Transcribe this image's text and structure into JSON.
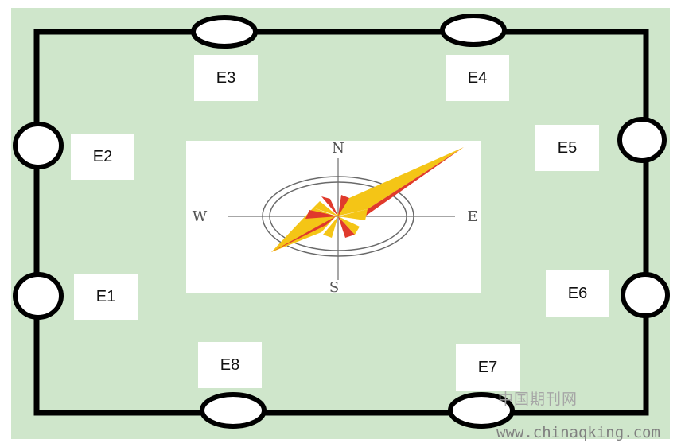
{
  "colors": {
    "background": "#cfe6cb",
    "frame": "#000000",
    "node_fill": "#ffffff",
    "needle_red": "#e03a2c",
    "needle_yellow": "#f4c516",
    "compass_line": "#8a8a8a"
  },
  "sensors": [
    {
      "id": "e3",
      "label": "E3"
    },
    {
      "id": "e4",
      "label": "E4"
    },
    {
      "id": "e2",
      "label": "E2"
    },
    {
      "id": "e5",
      "label": "E5"
    },
    {
      "id": "e1",
      "label": "E1"
    },
    {
      "id": "e6",
      "label": "E6"
    },
    {
      "id": "e8",
      "label": "E8"
    },
    {
      "id": "e7",
      "label": "E7"
    }
  ],
  "compass": {
    "north": "N",
    "south": "S",
    "east": "E",
    "west": "W"
  },
  "watermark": {
    "chinese": "中国期刊网",
    "url": "www.chinaqking.com"
  }
}
